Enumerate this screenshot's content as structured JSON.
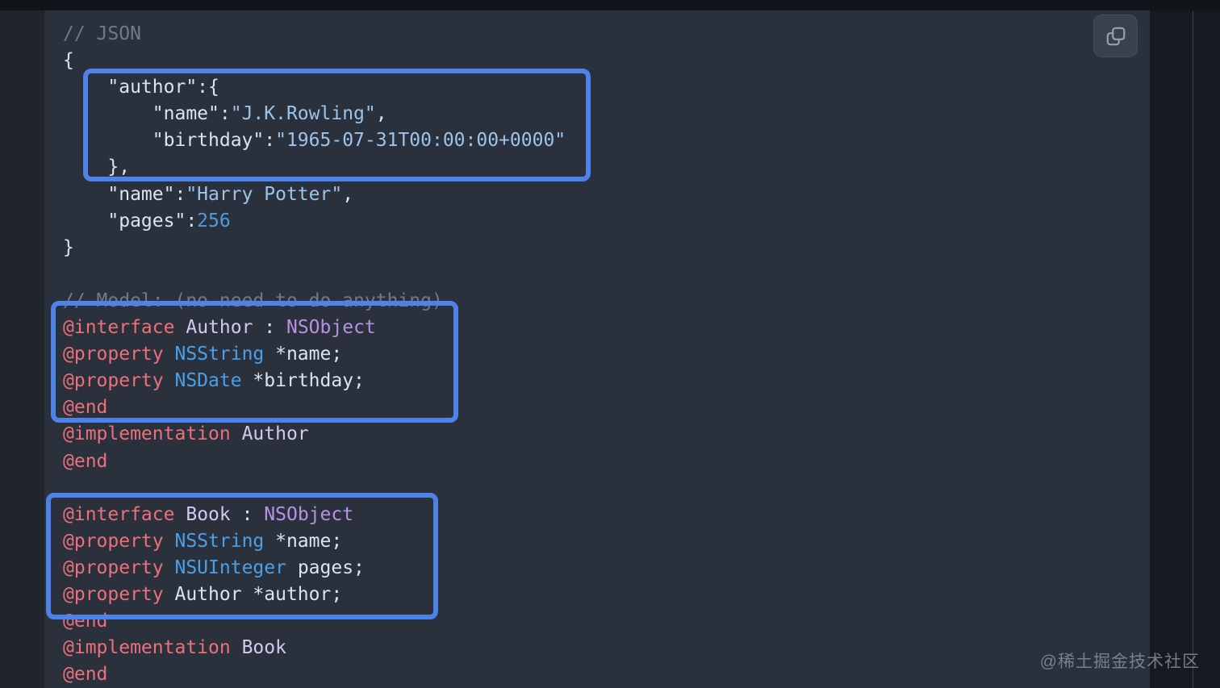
{
  "code_block": {
    "language_comment": "// JSON",
    "lines": [
      [
        {
          "t": "// JSON",
          "c": "comment"
        }
      ],
      [
        {
          "t": "{",
          "c": "plain"
        }
      ],
      [
        {
          "t": "    \"author\":{",
          "c": "plain"
        }
      ],
      [
        {
          "t": "        \"name\":",
          "c": "plain"
        },
        {
          "t": "\"J.K.Rowling\"",
          "c": "string"
        },
        {
          "t": ",",
          "c": "plain"
        }
      ],
      [
        {
          "t": "        \"birthday\":",
          "c": "plain"
        },
        {
          "t": "\"1965-07-31T00:00:00+0000\"",
          "c": "string"
        }
      ],
      [
        {
          "t": "    },",
          "c": "plain"
        }
      ],
      [
        {
          "t": "    \"name\":",
          "c": "plain"
        },
        {
          "t": "\"Harry Potter\"",
          "c": "string"
        },
        {
          "t": ",",
          "c": "plain"
        }
      ],
      [
        {
          "t": "    \"pages\":",
          "c": "plain"
        },
        {
          "t": "256",
          "c": "number"
        }
      ],
      [
        {
          "t": "}",
          "c": "plain"
        }
      ],
      [],
      [
        {
          "t": "// Model: (no need to do anything)",
          "c": "comment"
        }
      ],
      [
        {
          "t": "@interface",
          "c": "keyword"
        },
        {
          "t": " ",
          "c": "plain"
        },
        {
          "t": "Author",
          "c": "class"
        },
        {
          "t": " : ",
          "c": "plain"
        },
        {
          "t": "NSObject",
          "c": "builtin"
        }
      ],
      [
        {
          "t": "@property",
          "c": "keyword"
        },
        {
          "t": " ",
          "c": "plain"
        },
        {
          "t": "NSString",
          "c": "type"
        },
        {
          "t": " *name;",
          "c": "plain"
        }
      ],
      [
        {
          "t": "@property",
          "c": "keyword"
        },
        {
          "t": " ",
          "c": "plain"
        },
        {
          "t": "NSDate",
          "c": "type"
        },
        {
          "t": " *birthday;",
          "c": "plain"
        }
      ],
      [
        {
          "t": "@end",
          "c": "keyword"
        }
      ],
      [
        {
          "t": "@implementation",
          "c": "keyword"
        },
        {
          "t": " ",
          "c": "plain"
        },
        {
          "t": "Author",
          "c": "class"
        }
      ],
      [
        {
          "t": "@end",
          "c": "keyword"
        }
      ],
      [],
      [
        {
          "t": "@interface",
          "c": "keyword"
        },
        {
          "t": " ",
          "c": "plain"
        },
        {
          "t": "Book",
          "c": "class"
        },
        {
          "t": " : ",
          "c": "plain"
        },
        {
          "t": "NSObject",
          "c": "builtin"
        }
      ],
      [
        {
          "t": "@property",
          "c": "keyword"
        },
        {
          "t": " ",
          "c": "plain"
        },
        {
          "t": "NSString",
          "c": "type"
        },
        {
          "t": " *name;",
          "c": "plain"
        }
      ],
      [
        {
          "t": "@property",
          "c": "keyword"
        },
        {
          "t": " ",
          "c": "plain"
        },
        {
          "t": "NSUInteger",
          "c": "type"
        },
        {
          "t": " pages;",
          "c": "plain"
        }
      ],
      [
        {
          "t": "@property",
          "c": "keyword"
        },
        {
          "t": " Author *author;",
          "c": "plain"
        }
      ],
      [
        {
          "t": "@end",
          "c": "keyword"
        }
      ],
      [
        {
          "t": "@implementation",
          "c": "keyword"
        },
        {
          "t": " ",
          "c": "plain"
        },
        {
          "t": "Book",
          "c": "class"
        }
      ],
      [
        {
          "t": "@end",
          "c": "keyword"
        }
      ]
    ]
  },
  "toolbar": {
    "copy_icon": "copy-icon"
  },
  "annotations": [
    {
      "id": "json-author-object"
    },
    {
      "id": "author-model-interface"
    },
    {
      "id": "book-model-interface"
    }
  ],
  "watermark": {
    "text": "@稀土掘金技术社区"
  },
  "colors": {
    "page_bg": "#20252d",
    "topbar_bg": "#111419",
    "gutter_bg": "#20252d",
    "code_bg": "#2b313c",
    "strip_bg": "#161a20",
    "divider": "#3a414c",
    "accent": "#4d82e8",
    "cmt": "#6f7987",
    "pln": "#dce3eb",
    "str": "#9cc4e9",
    "num": "#4e9ae0",
    "kwd": "#ec707a",
    "typ": "#4aa0e8",
    "cls": "#d2c9ee",
    "obj": "#b891e4",
    "btn_bg": "#39414d",
    "btn_border": "#46505d",
    "icon": "#98a1ae",
    "wm": "#858d9b"
  }
}
